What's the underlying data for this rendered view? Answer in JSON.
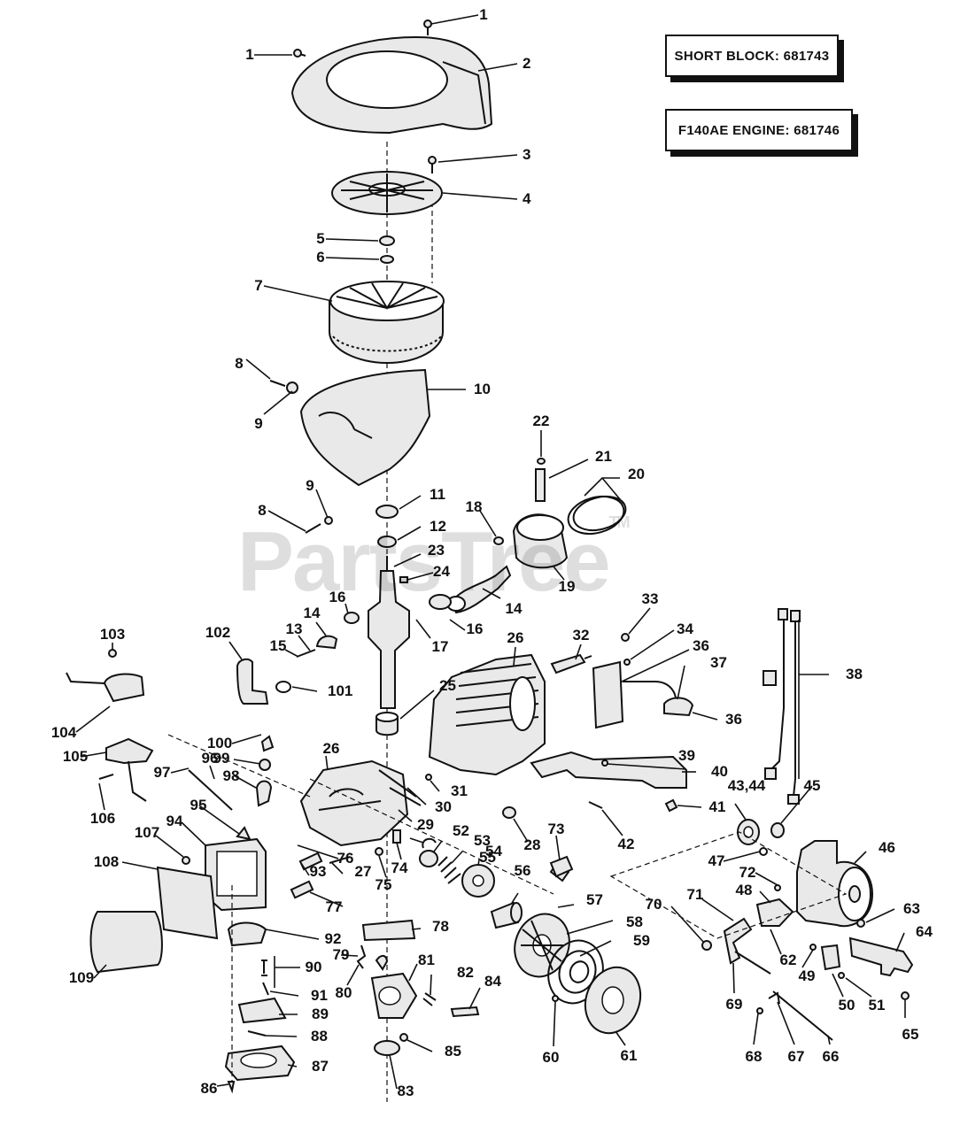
{
  "info_boxes": {
    "short_block": "SHORT BLOCK: 681743",
    "engine": "F140AE ENGINE: 681746"
  },
  "watermark": {
    "text": "PartsTree",
    "mark": "TM"
  },
  "callouts": [
    {
      "key": "1a",
      "label": "1"
    },
    {
      "key": "1b",
      "label": "1"
    },
    {
      "key": "2",
      "label": "2"
    },
    {
      "key": "3",
      "label": "3"
    },
    {
      "key": "4",
      "label": "4"
    },
    {
      "key": "5",
      "label": "5"
    },
    {
      "key": "6",
      "label": "6"
    },
    {
      "key": "7",
      "label": "7"
    },
    {
      "key": "8a",
      "label": "8"
    },
    {
      "key": "9a",
      "label": "9"
    },
    {
      "key": "10",
      "label": "10"
    },
    {
      "key": "9b",
      "label": "9"
    },
    {
      "key": "8b",
      "label": "8"
    },
    {
      "key": "11",
      "label": "11"
    },
    {
      "key": "12",
      "label": "12"
    },
    {
      "key": "22",
      "label": "22"
    },
    {
      "key": "21",
      "label": "21"
    },
    {
      "key": "20",
      "label": "20"
    },
    {
      "key": "18",
      "label": "18"
    },
    {
      "key": "19",
      "label": "19"
    },
    {
      "key": "23",
      "label": "23"
    },
    {
      "key": "24",
      "label": "24"
    },
    {
      "key": "14a",
      "label": "14"
    },
    {
      "key": "16a",
      "label": "16"
    },
    {
      "key": "14b",
      "label": "14"
    },
    {
      "key": "13",
      "label": "13"
    },
    {
      "key": "15",
      "label": "15"
    },
    {
      "key": "16b",
      "label": "16"
    },
    {
      "key": "17",
      "label": "17"
    },
    {
      "key": "102",
      "label": "102"
    },
    {
      "key": "103",
      "label": "103"
    },
    {
      "key": "101",
      "label": "101"
    },
    {
      "key": "25",
      "label": "25"
    },
    {
      "key": "26a",
      "label": "26"
    },
    {
      "key": "32",
      "label": "32"
    },
    {
      "key": "33",
      "label": "33"
    },
    {
      "key": "34",
      "label": "34"
    },
    {
      "key": "36a",
      "label": "36"
    },
    {
      "key": "37",
      "label": "37"
    },
    {
      "key": "36b",
      "label": "36"
    },
    {
      "key": "38",
      "label": "38"
    },
    {
      "key": "104",
      "label": "104"
    },
    {
      "key": "105",
      "label": "105"
    },
    {
      "key": "106",
      "label": "106"
    },
    {
      "key": "100",
      "label": "100"
    },
    {
      "key": "99",
      "label": "99"
    },
    {
      "key": "26b",
      "label": "26"
    },
    {
      "key": "97",
      "label": "97"
    },
    {
      "key": "96",
      "label": "96"
    },
    {
      "key": "98",
      "label": "98"
    },
    {
      "key": "95",
      "label": "95"
    },
    {
      "key": "31",
      "label": "31"
    },
    {
      "key": "30",
      "label": "30"
    },
    {
      "key": "29",
      "label": "29"
    },
    {
      "key": "28",
      "label": "28"
    },
    {
      "key": "39",
      "label": "39"
    },
    {
      "key": "40",
      "label": "40"
    },
    {
      "key": "41",
      "label": "41"
    },
    {
      "key": "42",
      "label": "42"
    },
    {
      "key": "43_44",
      "label": "43,44"
    },
    {
      "key": "45",
      "label": "45"
    },
    {
      "key": "46",
      "label": "46"
    },
    {
      "key": "47",
      "label": "47"
    },
    {
      "key": "107",
      "label": "107"
    },
    {
      "key": "94",
      "label": "94"
    },
    {
      "key": "108",
      "label": "108"
    },
    {
      "key": "93",
      "label": "93"
    },
    {
      "key": "27",
      "label": "27"
    },
    {
      "key": "76",
      "label": "76"
    },
    {
      "key": "74",
      "label": "74"
    },
    {
      "key": "75",
      "label": "75"
    },
    {
      "key": "52",
      "label": "52"
    },
    {
      "key": "53",
      "label": "53"
    },
    {
      "key": "54",
      "label": "54"
    },
    {
      "key": "55",
      "label": "55"
    },
    {
      "key": "73",
      "label": "73"
    },
    {
      "key": "77",
      "label": "77"
    },
    {
      "key": "56",
      "label": "56"
    },
    {
      "key": "57",
      "label": "57"
    },
    {
      "key": "72",
      "label": "72"
    },
    {
      "key": "48",
      "label": "48"
    },
    {
      "key": "71",
      "label": "71"
    },
    {
      "key": "70",
      "label": "70"
    },
    {
      "key": "63",
      "label": "63"
    },
    {
      "key": "64",
      "label": "64"
    },
    {
      "key": "109",
      "label": "109"
    },
    {
      "key": "92",
      "label": "92"
    },
    {
      "key": "78",
      "label": "78"
    },
    {
      "key": "79",
      "label": "79"
    },
    {
      "key": "90",
      "label": "90"
    },
    {
      "key": "58",
      "label": "58"
    },
    {
      "key": "59",
      "label": "59"
    },
    {
      "key": "62",
      "label": "62"
    },
    {
      "key": "49",
      "label": "49"
    },
    {
      "key": "91",
      "label": "91"
    },
    {
      "key": "80",
      "label": "80"
    },
    {
      "key": "81",
      "label": "81"
    },
    {
      "key": "82",
      "label": "82"
    },
    {
      "key": "84",
      "label": "84"
    },
    {
      "key": "89",
      "label": "89"
    },
    {
      "key": "69",
      "label": "69"
    },
    {
      "key": "50",
      "label": "50"
    },
    {
      "key": "51",
      "label": "51"
    },
    {
      "key": "88",
      "label": "88"
    },
    {
      "key": "60",
      "label": "60"
    },
    {
      "key": "61",
      "label": "61"
    },
    {
      "key": "85",
      "label": "85"
    },
    {
      "key": "68",
      "label": "68"
    },
    {
      "key": "67",
      "label": "67"
    },
    {
      "key": "66",
      "label": "66"
    },
    {
      "key": "65",
      "label": "65"
    },
    {
      "key": "87",
      "label": "87"
    },
    {
      "key": "86",
      "label": "86"
    },
    {
      "key": "83",
      "label": "83"
    }
  ]
}
